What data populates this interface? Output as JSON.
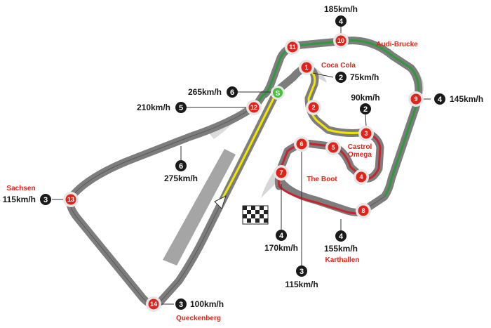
{
  "circuit": {
    "start_marker": "S",
    "colors": {
      "track": "#7d7d7d",
      "track_edge": "#5a5a5a",
      "full_throttle": "#2f9a3b",
      "yellow_section": "#f2e500",
      "braking": "#c4262e",
      "turn_marker": "#e2231a",
      "gear_marker": "#1a1a1a",
      "start_marker": "#4cbf3a",
      "pit_lane": "#a5a5a5"
    }
  },
  "turns": [
    {
      "number": "1",
      "name": "Coca Cola"
    },
    {
      "number": "2",
      "name": ""
    },
    {
      "number": "3",
      "name": ""
    },
    {
      "number": "4",
      "name": ""
    },
    {
      "number": "5",
      "name": "Castrol Omega"
    },
    {
      "number": "6",
      "name": ""
    },
    {
      "number": "7",
      "name": "The Boot"
    },
    {
      "number": "8",
      "name": "Karthallen"
    },
    {
      "number": "9",
      "name": ""
    },
    {
      "number": "10",
      "name": "Audi-Brucke"
    },
    {
      "number": "11",
      "name": ""
    },
    {
      "number": "12",
      "name": ""
    },
    {
      "number": "13",
      "name": "Sachsen"
    },
    {
      "number": "14",
      "name": "Queckenberg"
    }
  ],
  "speed_markers": [
    {
      "gear": "4",
      "speed": "185km/h"
    },
    {
      "gear": "2",
      "speed": "75km/h"
    },
    {
      "gear": "6",
      "speed": "265km/h"
    },
    {
      "gear": "5",
      "speed": "210km/h"
    },
    {
      "gear": "2",
      "speed": "90km/h"
    },
    {
      "gear": "4",
      "speed": "145km/h"
    },
    {
      "gear": "6",
      "speed": "275km/h"
    },
    {
      "gear": "3",
      "speed": "115km/h"
    },
    {
      "gear": "4",
      "speed": "170km/h"
    },
    {
      "gear": "4",
      "speed": "155km/h"
    },
    {
      "gear": "3",
      "speed": "115km/h"
    },
    {
      "gear": "3",
      "speed": "100km/h"
    }
  ]
}
